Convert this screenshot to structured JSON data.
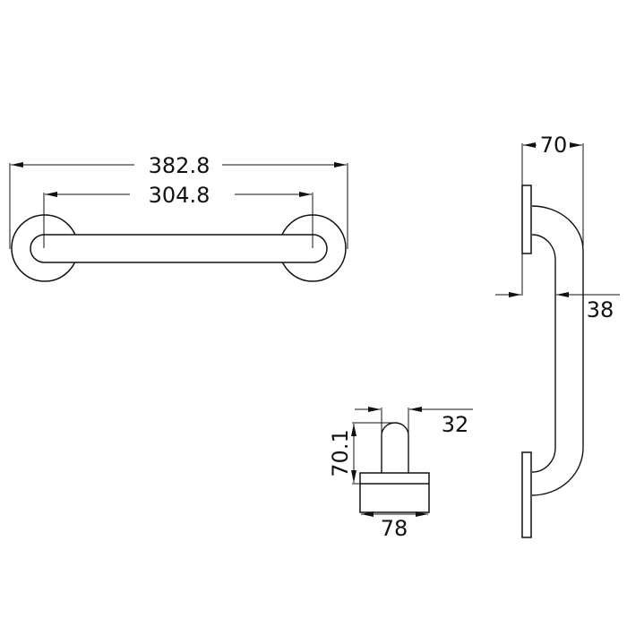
{
  "front_view": {
    "overall_length": "382.8",
    "center_distance": "304.8"
  },
  "side_view": {
    "projection": "70",
    "bar_diameter": "38"
  },
  "flange_view": {
    "height": "70.1",
    "post_width": "32",
    "flange_width": "78"
  },
  "colors": {
    "line": "#111111",
    "background": "#ffffff"
  }
}
